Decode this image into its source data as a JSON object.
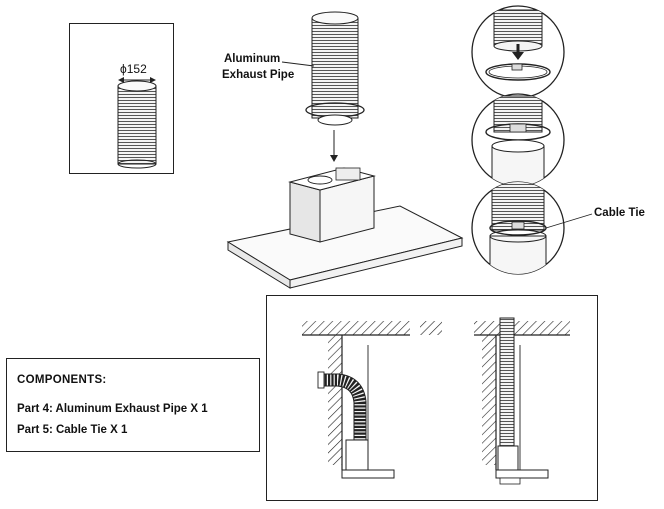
{
  "diameter_label": "ϕ152",
  "labels": {
    "exhaust_pipe_line1": "Aluminum",
    "exhaust_pipe_line2": "Exhaust Pipe",
    "cable_tie": "Cable Tie"
  },
  "components": {
    "title": "COMPONENTS:",
    "items": [
      "Part 4:  Aluminum Exhaust Pipe X 1",
      "Part 5:  Cable Tie X 1"
    ]
  }
}
